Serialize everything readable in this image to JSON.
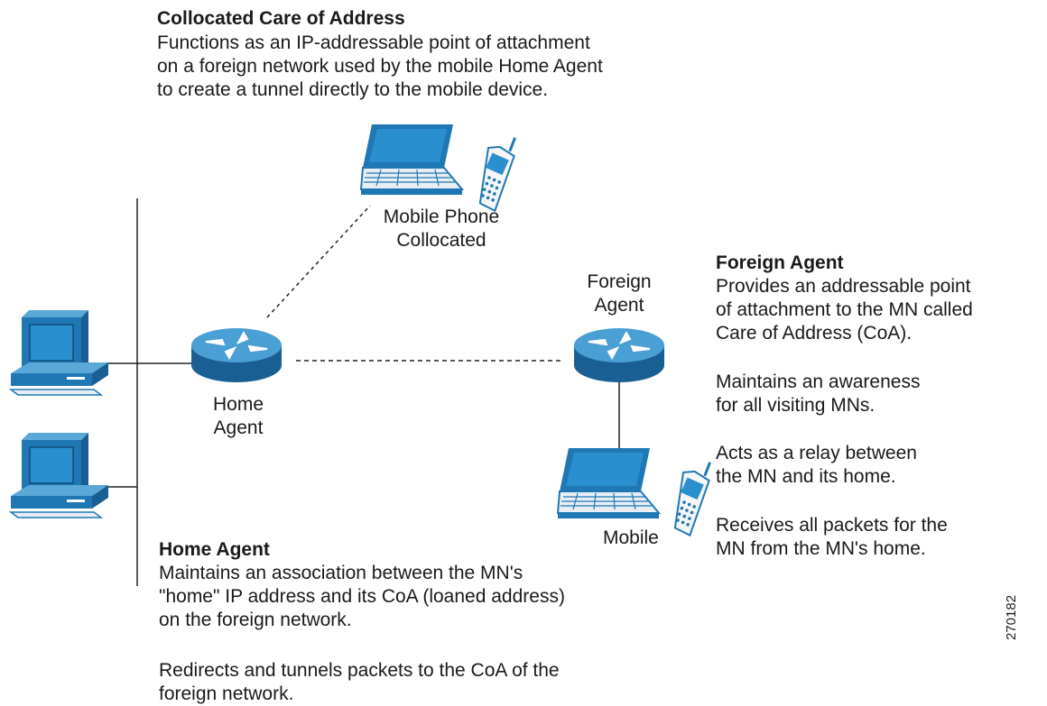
{
  "collocated": {
    "title": "Collocated Care of Address",
    "body": "Functions as an IP-addressable point of attachment\non a foreign network used by the mobile Home Agent\nto create a tunnel directly to the mobile device."
  },
  "foreign_agent_desc": {
    "title": "Foreign Agent",
    "para1": "Provides an addressable point\nof attachment to the MN called\nCare of Address (CoA).",
    "para2": "Maintains an awareness\nfor all visiting MNs.",
    "para3": "Acts as a relay between\nthe MN and its home.",
    "para4": "Receives all packets for the\nMN from the MN's home."
  },
  "home_agent_desc": {
    "title": "Home Agent",
    "para1": "Maintains an association between the MN's\n\"home\" IP address and its CoA (loaned address)\non the foreign network.",
    "para2": "Redirects and tunnels packets to the CoA of the\nforeign network."
  },
  "labels": {
    "mobile_phone_collocated": "Mobile Phone\nCollocated",
    "foreign_agent": "Foreign\nAgent",
    "home_agent": "Home\nAgent",
    "mobile": "Mobile"
  },
  "figure_id": "270182",
  "colors": {
    "device_blue": "#1f78b4",
    "device_light": "#5aa8d8",
    "screen": "#2a8fcf",
    "router_top": "#4a9fd4",
    "router_side": "#1a5f93",
    "line": "#222222"
  },
  "icons": [
    "router-icon",
    "laptop-icon",
    "mobile-phone-icon",
    "desktop-computer-icon"
  ]
}
